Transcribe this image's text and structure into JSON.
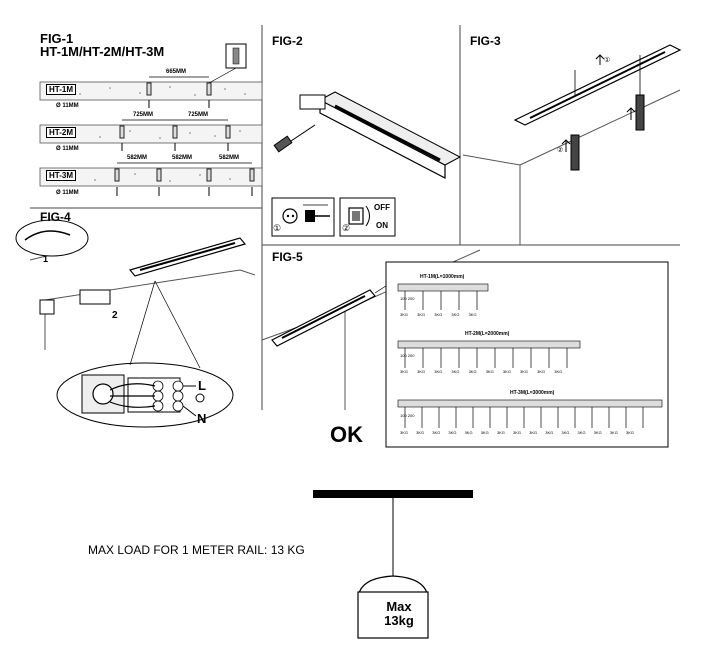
{
  "fig1": {
    "title": "FIG-1",
    "subtitle": "HT-1M/HT-2M/HT-3M",
    "rows": [
      {
        "label": "HT-1M",
        "dia": "Ø 11MM",
        "spacing": "665MM"
      },
      {
        "label": "HT-2M",
        "dia": "Ø 11MM",
        "spacing": "725MM"
      },
      {
        "label": "HT-3M",
        "dia": "Ø 11MM",
        "spacing": "582MM"
      }
    ],
    "spacing_b": "725MM",
    "spacing_c": "582MM",
    "spacing_d": "582MM"
  },
  "fig2": {
    "title": "FIG-2",
    "off_label": "OFF",
    "on_label": "ON",
    "step1": "①",
    "step2": "②"
  },
  "fig3": {
    "title": "FIG-3",
    "step1": "①",
    "step2": "②"
  },
  "fig4": {
    "title": "FIG-4",
    "step1": "1",
    "step2": "2",
    "term_l": "L",
    "term_n": "N"
  },
  "fig5": {
    "title": "FIG-5",
    "rails": [
      {
        "name": "HT-1M(L=1000mm)",
        "hooks": 5,
        "sub": "100  200",
        "load": "3KG"
      },
      {
        "name": "HT-2M(L=2000mm)",
        "hooks": 10,
        "sub": "100  200",
        "load": "3KG"
      },
      {
        "name": "HT-3M(L=3000mm)",
        "hooks": 15,
        "sub": "100  200",
        "load": "3KG"
      }
    ],
    "ok": "OK"
  },
  "max_load": {
    "text": "MAX LOAD FOR 1 METER RAIL: 13 KG",
    "weight_line1": "Max",
    "weight_line2": "13kg"
  }
}
